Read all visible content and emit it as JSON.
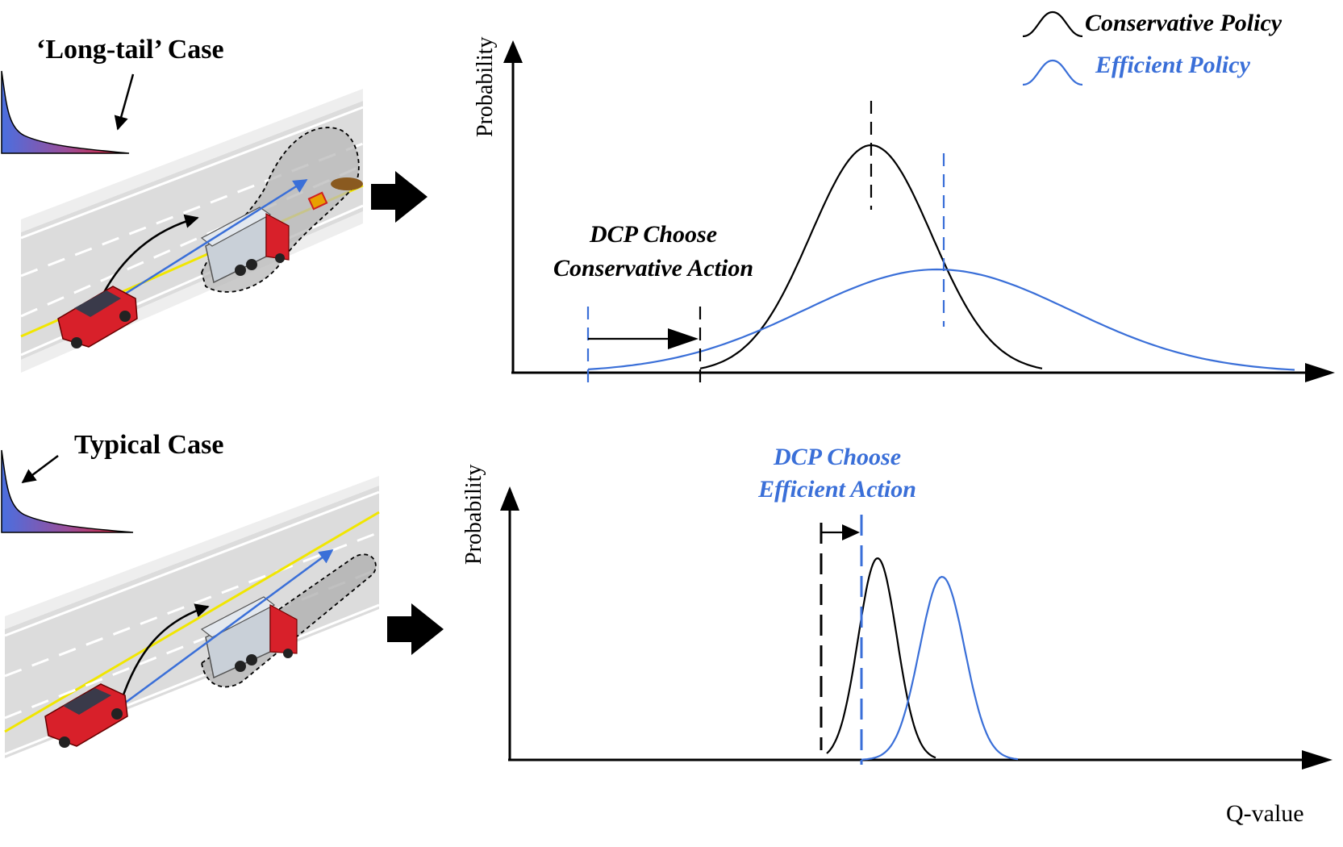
{
  "legend": {
    "conservative_label": "Conservative Policy",
    "efficient_label": "Efficient Policy"
  },
  "colors": {
    "conservative": "#000000",
    "efficient": "#3a6fd8",
    "road": "#dcdcdc",
    "road_edge": "#eeeeee",
    "center_line": "#f1e600",
    "car": "#d8202a",
    "shadow_region": "#b8b8b8"
  },
  "top_case": {
    "title": "‘Long-tail’ Case",
    "ylabel": "Probability",
    "annotation_line1": "DCP Choose",
    "annotation_line2": "Conservative Action"
  },
  "bottom_case": {
    "title": "Typical Case",
    "ylabel": "Probability",
    "annotation_line1": "DCP Choose",
    "annotation_line2": "Efficient Action"
  },
  "xlabel": "Q-value",
  "icons": [
    "long-tail-distribution-icon",
    "car-icon",
    "truck-icon",
    "roadblock-icon",
    "right-arrow-icon"
  ]
}
